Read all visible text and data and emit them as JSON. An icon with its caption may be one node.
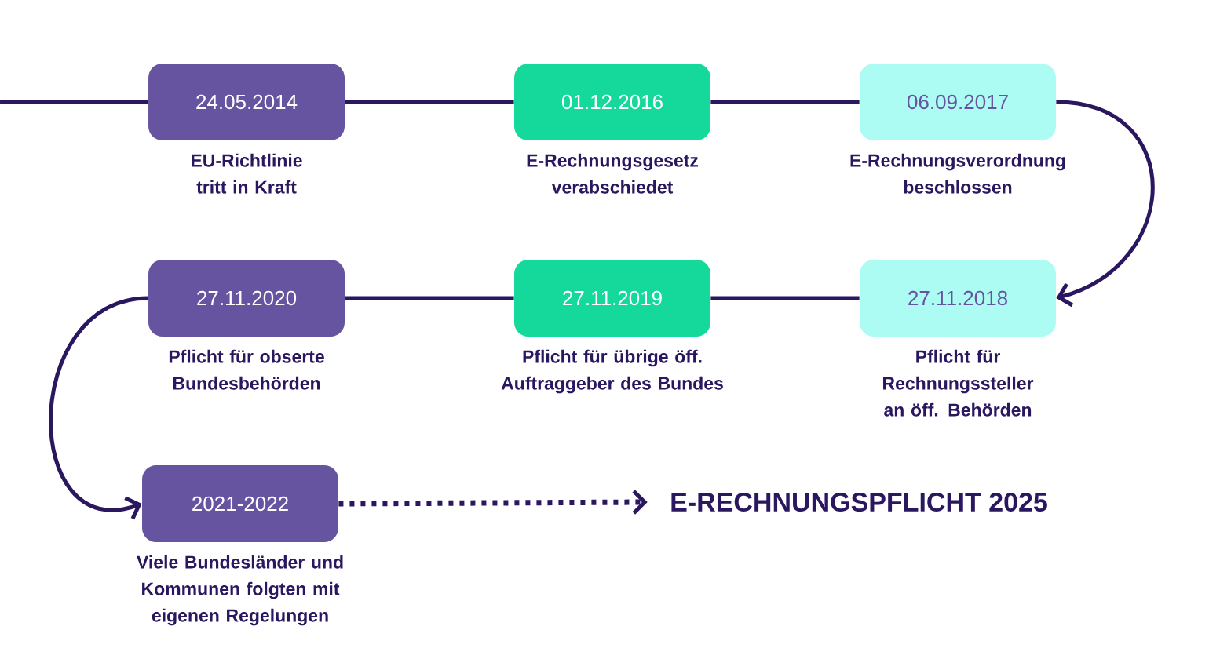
{
  "diagram": {
    "nodes": [
      {
        "text": [
          "24.05.2014"
        ],
        "beside": [
          "EU-Richtlinie tritt in Kraft"
        ]
      },
      {
        "text": [
          "01.12.2016"
        ],
        "beside": [
          "E-Rechnungsgesetz verabschiedet"
        ]
      },
      {
        "text": [
          "06.09.2017"
        ],
        "beside": [
          "E-Rechnungsverordnung beschlossen"
        ]
      },
      {
        "text": [
          "27.11.2020"
        ],
        "beside": [
          "Pflicht für obserte Bundesbehörden"
        ]
      },
      {
        "text": [
          "27.11.2019"
        ],
        "beside": [
          "Pflicht für übrige öff. Auftraggeber des Bundes"
        ]
      },
      {
        "text": [
          "27.11.2018"
        ],
        "beside": [
          "Pflicht für Rechnungssteller an öff. Behörden"
        ]
      },
      {
        "text": [
          "2021-2022"
        ],
        "beside": [
          "Viele Bundesländer und Kommunen folgten mit eigenen Regelungen"
        ]
      },
      {
        "text": [
          "E-RECHNUNGSPFLICHT 2025"
        ]
      }
    ],
    "edges": [
      {
        "from": null,
        "to": 0,
        "arrow": "none"
      },
      {
        "from": 0,
        "to": 1,
        "arrow": "none"
      },
      {
        "from": 1,
        "to": 2,
        "arrow": "none"
      },
      {
        "from": 2,
        "to": 5,
        "arrow": "to"
      },
      {
        "from": 5,
        "to": 4,
        "arrow": "none"
      },
      {
        "from": 4,
        "to": 3,
        "arrow": "none"
      },
      {
        "from": 3,
        "to": 6,
        "arrow": "to"
      },
      {
        "from": 6,
        "to": 7,
        "arrow": "to",
        "style": "dashed"
      }
    ]
  }
}
